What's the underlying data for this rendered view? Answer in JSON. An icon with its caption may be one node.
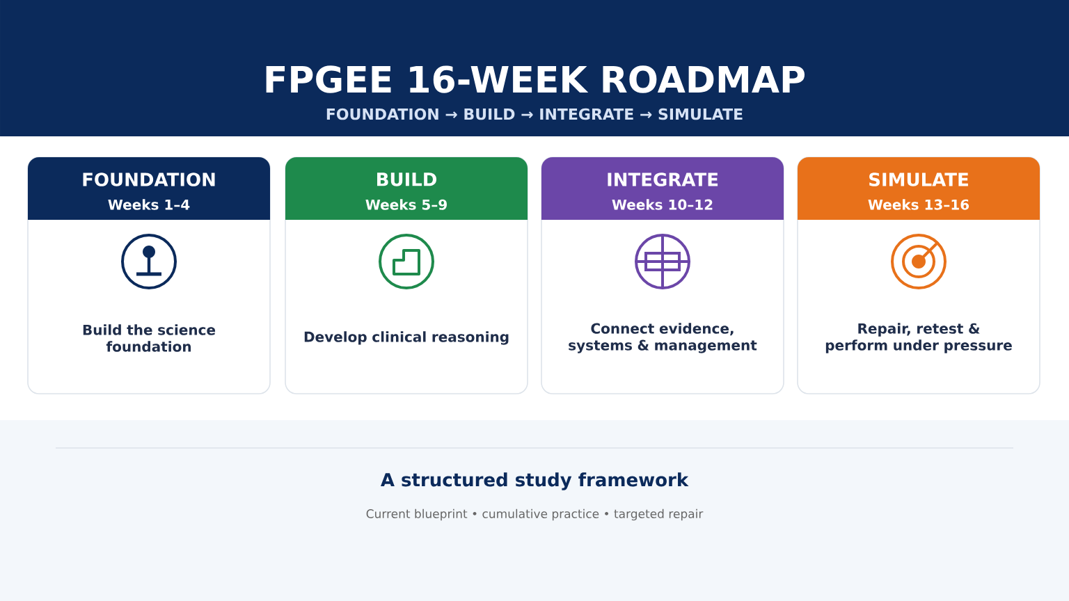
{
  "diagram": {
    "title": "FPGEE 16-WEEK ROADMAP",
    "nodes": [
      {
        "text": [
          "FOUNDATION",
          "Weeks 1–4",
          "Build the science foundation"
        ]
      },
      {
        "text": [
          "BUILD",
          "Weeks 5–9",
          "Develop clinical reasoning"
        ]
      },
      {
        "text": [
          "INTEGRATE",
          "Weeks 10–12",
          "Connect evidence, systems & management"
        ]
      },
      {
        "text": [
          "SIMULATE",
          "Weeks 13–16",
          "Repair, retest & perform under pressure"
        ]
      }
    ],
    "labels": [
      "FOUNDATION → BUILD → INTEGRATE → SIMULATE",
      "A structured study framework",
      "Current blueprint • cumulative practice • targeted repair"
    ]
  }
}
